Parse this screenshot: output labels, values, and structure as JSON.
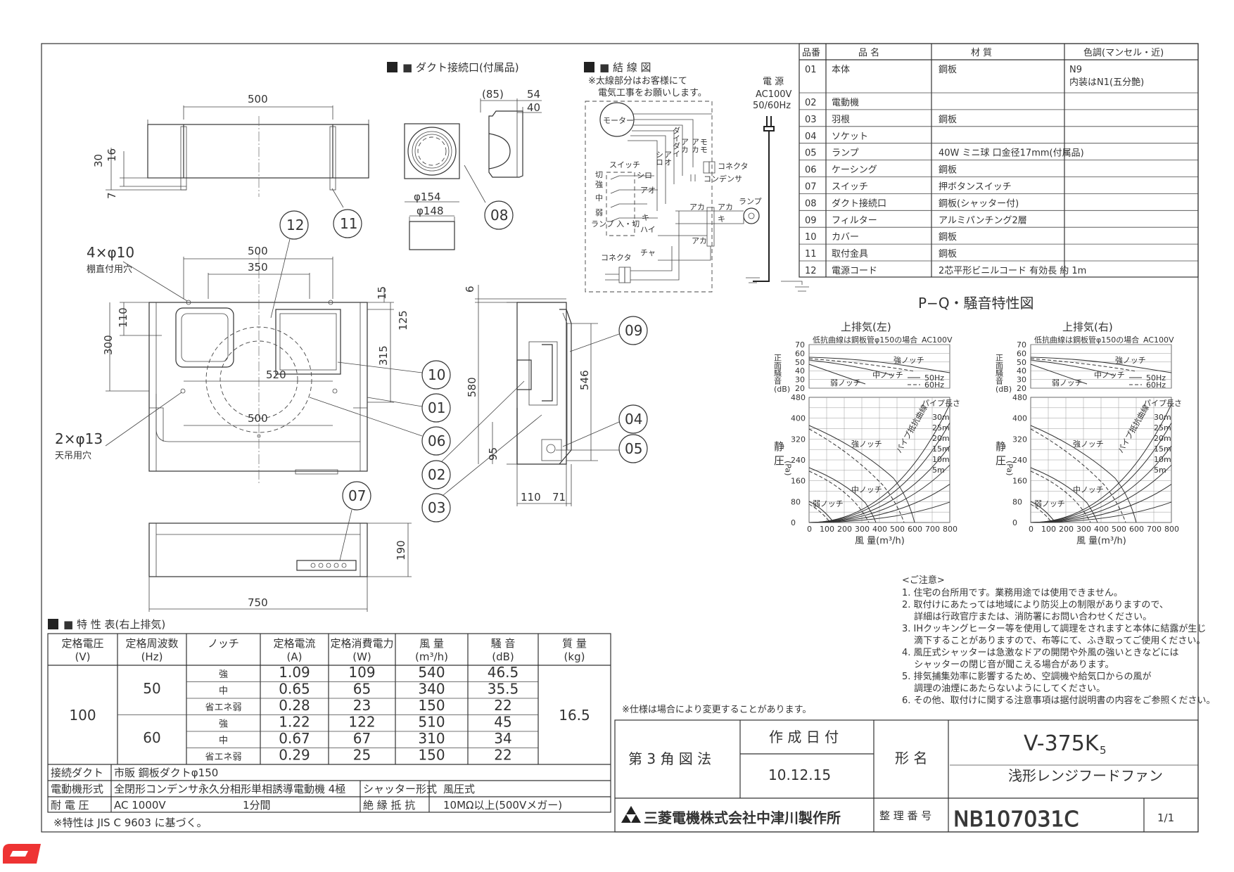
{
  "duct_section": {
    "title": "■ ダクト接続口(付属品)",
    "d154": "φ154",
    "d148": "φ148",
    "dim85": "(85)",
    "dim54": "54",
    "dim40": "40",
    "ref08": "08"
  },
  "wiring": {
    "title": "■ 結 線 図",
    "note_line1": "※太線部分はお客様にて",
    "note_line2": "電気工事をお願いします。",
    "power_l1": "電 源",
    "power_l2": "AC100V",
    "power_l3": "50/60Hz",
    "motor": "モーター",
    "switch": "スイッチ",
    "connector": "コネクタ",
    "capacitor": "コンデンサ",
    "lamp": "ランプ",
    "sw_off": "切",
    "sw_hi": "強",
    "sw_mid": "中",
    "sw_lo": "弱",
    "sw_lamp": "ランプ 入・切",
    "c_shiro": "シロ",
    "c_ao": "アオ",
    "c_aka": "アカ",
    "c_ki": "キ",
    "c_hai": "ハイ",
    "c_cha": "チャ",
    "v_shiro": "シロ",
    "v_ao": "アオ",
    "v_daidai1": "ダイダイ",
    "v_daidai2": "ダイダイ",
    "v_aka": "アカ",
    "v_momo": "モモ",
    "v_ki": "キ",
    "v_ao2": "アオ",
    "v_aka2": "アカ",
    "v_aka3": "アカ",
    "v_aka4": "アカ"
  },
  "top_view": {
    "dim500": "500",
    "dim30": "30",
    "dim16": "16",
    "dim7": "7",
    "ref11": "11"
  },
  "front_view": {
    "hole4": "4×φ10",
    "hole4_label": "棚直付用穴",
    "hole2": "2×φ13",
    "hole2_label": "天吊用穴",
    "dim500a": "500",
    "dim350": "350",
    "dim520": "520",
    "dim500b": "500",
    "dim110": "110",
    "dim300": "300",
    "dim15": "15",
    "dim125": "125",
    "dim315": "315",
    "ref12": "12",
    "ref11": "11",
    "ref10": "10",
    "ref01": "01",
    "ref06": "06",
    "ref02": "02",
    "ref03": "03"
  },
  "side_view": {
    "dim6": "6",
    "dim580": "580",
    "dim546": "546",
    "dim95": "95",
    "dim110": "110",
    "dim71": "71",
    "ref09": "09",
    "ref04": "04",
    "ref05": "05"
  },
  "bottom_view": {
    "dim750": "750",
    "dim190": "190",
    "ref07": "07"
  },
  "parts_table": {
    "headers": [
      "品番",
      "品 名",
      "材 質",
      "色調(マンセル・近)"
    ],
    "rows": [
      {
        "no": "01",
        "name": "本体",
        "material": "鋼板",
        "color": "N9",
        "color2": "内装はN1(五分艶)"
      },
      {
        "no": "02",
        "name": "電動機",
        "material": "",
        "color": ""
      },
      {
        "no": "03",
        "name": "羽根",
        "material": "鋼板",
        "color": ""
      },
      {
        "no": "04",
        "name": "ソケット",
        "material": "",
        "color": ""
      },
      {
        "no": "05",
        "name": "ランプ",
        "material": "40W ミニ球 口金径17mm(付属品)",
        "color": ""
      },
      {
        "no": "06",
        "name": "ケーシング",
        "material": "鋼板",
        "color": ""
      },
      {
        "no": "07",
        "name": "スイッチ",
        "material": "押ボタンスイッチ",
        "color": ""
      },
      {
        "no": "08",
        "name": "ダクト接続口",
        "material": "鋼板(シャッター付)",
        "color": ""
      },
      {
        "no": "09",
        "name": "フィルター",
        "material": "アルミパンチング2層",
        "color": ""
      },
      {
        "no": "10",
        "name": "カバー",
        "material": "鋼板",
        "color": ""
      },
      {
        "no": "11",
        "name": "取付金具",
        "material": "鋼板",
        "color": ""
      },
      {
        "no": "12",
        "name": "電源コード",
        "material": "2芯平形ビニルコード 有効長 約 1m",
        "color": ""
      }
    ]
  },
  "pq": {
    "title": "P−Q・騒音特性図",
    "left_title": "上排気(左)",
    "right_title": "上排気(右)",
    "duct_note": "低抗曲線は鋼板管φ150の場合",
    "ac": "AC100V",
    "noise_label": "正面騒音",
    "noise_unit": "(dB)",
    "noise_ticks": [
      "70",
      "60",
      "50",
      "40",
      "30",
      "20"
    ],
    "sp_label1": "静",
    "sp_label2": "圧",
    "sp_unit": "(Pa)",
    "sp_ticks": [
      "480",
      "400",
      "320",
      "240",
      "160",
      "80",
      "0"
    ],
    "x_ticks": [
      "0",
      "100",
      "200",
      "300",
      "400",
      "500",
      "600",
      "700",
      "800"
    ],
    "x_label": "風 量(m³/h)",
    "notch_hi": "強ノッチ",
    "notch_mid": "中ノッチ",
    "notch_lo": "弱ノッチ",
    "hz50": "50Hz",
    "hz60": "60Hz",
    "pipe_len": "パイプ長さ",
    "pipe_curve": "パイプ抵抗曲線",
    "pipe_values": [
      "30m",
      "25m",
      "20m",
      "15m",
      "10m",
      "5m"
    ]
  },
  "notes": {
    "head": "<ご注意>",
    "items": [
      "1. 住宅の台所用です。業務用途では使用できません。",
      "2. 取付けにあたっては地域により防災上の制限がありますので、",
      "　 詳細は行政官庁または、消防署にお問い合わせください。",
      "3. IHクッキングヒーター等を使用して調理をされますと本体に結露が生じ",
      "　 滴下することがありますので、布等にて、ふき取ってご使用ください。",
      "4. 風圧式シャッターは急激なドアの開閉や外風の強いときなどには",
      "　 シャッターの閉じ音が聞こえる場合があります。",
      "5. 排気捕集効率に影響するため、空調機や給気口からの風が",
      "　 調理の油煙にあたらないようにしてください。",
      "6. その他、取付けに関する注意事項は据付説明書の内容をご参照ください。"
    ],
    "spec_change": "※仕様は場合により変更することがあります。"
  },
  "spec_table": {
    "title": "■ 特 性 表(右上排気)",
    "headers": [
      {
        "l1": "定格電圧",
        "l2": "(V)"
      },
      {
        "l1": "定格周波数",
        "l2": "(Hz)"
      },
      {
        "l1": "ノッチ",
        "l2": ""
      },
      {
        "l1": "定格電流",
        "l2": "(A)"
      },
      {
        "l1": "定格消費電力",
        "l2": "(W)"
      },
      {
        "l1": "風 量",
        "l2": "(m³/h)"
      },
      {
        "l1": "騒 音",
        "l2": "(dB)"
      },
      {
        "l1": "質 量",
        "l2": "(kg)"
      }
    ],
    "voltage": "100",
    "hz50": "50",
    "hz60": "60",
    "mass": "16.5",
    "rows": [
      {
        "notch": "強",
        "current": "1.09",
        "power": "109",
        "flow": "540",
        "noise": "46.5"
      },
      {
        "notch": "中",
        "current": "0.65",
        "power": "65",
        "flow": "340",
        "noise": "35.5"
      },
      {
        "notch": "省エネ弱",
        "current": "0.28",
        "power": "23",
        "flow": "150",
        "noise": "22"
      },
      {
        "notch": "強",
        "current": "1.22",
        "power": "122",
        "flow": "510",
        "noise": "45"
      },
      {
        "notch": "中",
        "current": "0.67",
        "power": "67",
        "flow": "310",
        "noise": "34"
      },
      {
        "notch": "省エネ弱",
        "current": "0.29",
        "power": "25",
        "flow": "150",
        "noise": "22"
      }
    ],
    "duct_label": "接続ダクト",
    "duct_value": "市販 鋼板ダクトφ150",
    "motor_label": "電動機形式",
    "motor_value": "全閉形コンデンサ永久分相形単相誘導電動機 4極",
    "shutter_label": "シャッター形式",
    "shutter_value": "風圧式",
    "withstand_label": "耐 電 圧",
    "withstand_value": "AC 1000V",
    "withstand_time": "1分間",
    "insulation_label": "絶 縁 抵 抗",
    "insulation_value": "10MΩ以上(500Vメガー)",
    "jis_note": "※特性は JIS C 9603 に基づく。"
  },
  "title_block": {
    "projection": "第 3 角 図 法",
    "date_label": "作 成 日 付",
    "date": "10.12.15",
    "model_label": "形 名",
    "model": "V-375K",
    "model_sub": "5",
    "product": "浅形レンジフードファン",
    "company": "三菱電機株式会社中津川製作所",
    "ref_label": "整 理 番 号",
    "ref_no": "NB107031C",
    "sheet": "1/1"
  }
}
